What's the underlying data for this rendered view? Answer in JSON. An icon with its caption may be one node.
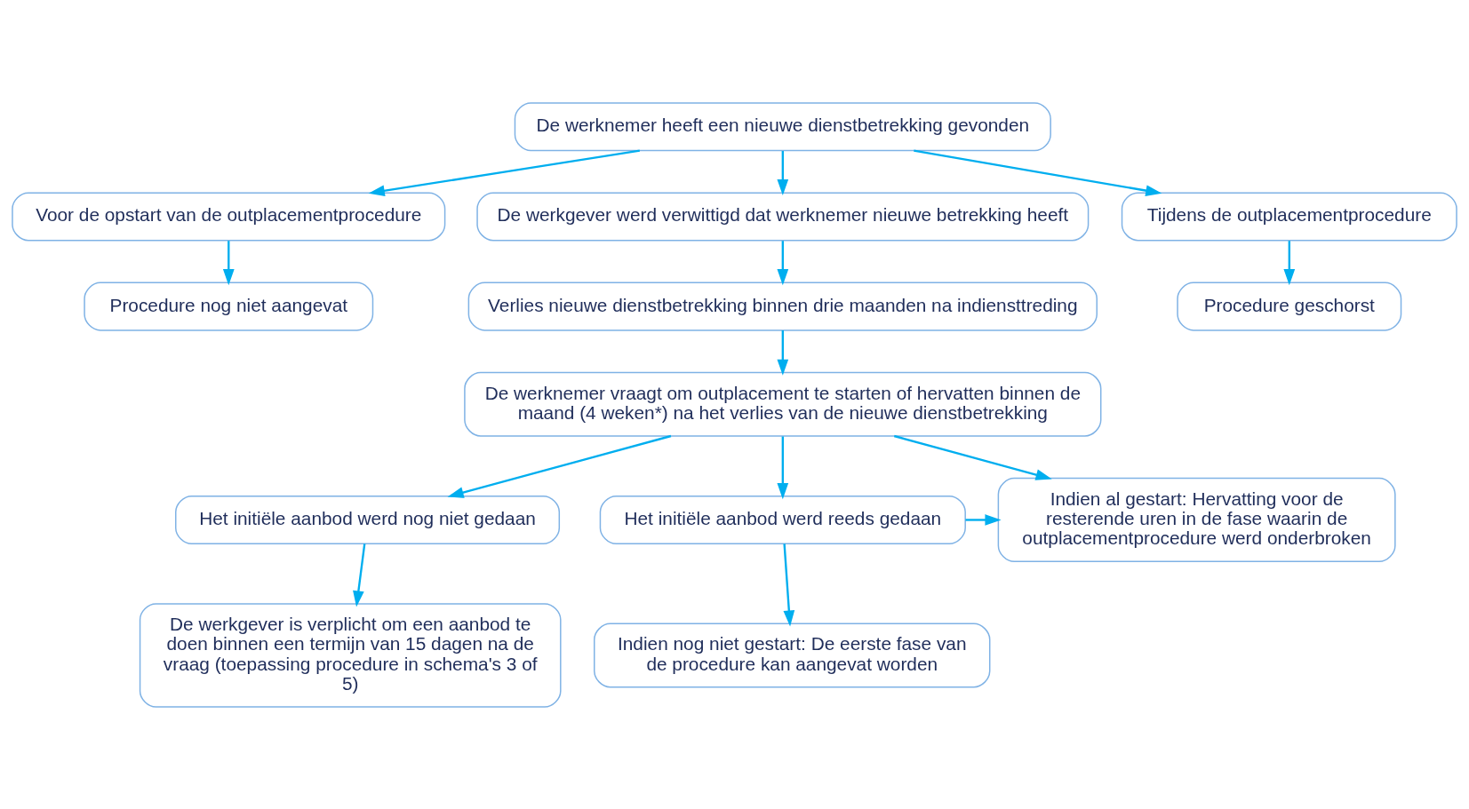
{
  "diagram": {
    "nodes": [
      {
        "text": [
          "De werknemer heeft een nieuwe dienstbetrekking gevonden"
        ]
      },
      {
        "text": [
          "Voor de opstart van de outplacementprocedure"
        ]
      },
      {
        "text": [
          "Tijdens de outplacementprocedure"
        ]
      },
      {
        "text": [
          "De werkgever werd verwittigd dat werknemer nieuwe betrekking heeft"
        ]
      },
      {
        "text": [
          "Procedure nog niet aangevat"
        ]
      },
      {
        "text": [
          "Procedure geschorst"
        ]
      },
      {
        "text": [
          "Verlies nieuwe dienstbetrekking binnen drie maanden na indiensttreding"
        ]
      },
      {
        "text": [
          "De werknemer vraagt om outplacement te starten of hervatten binnen de maand (4 weken*) na het verlies van de nieuwe dienstbetrekking"
        ]
      },
      {
        "text": [
          "Het initiële aanbod werd nog niet gedaan"
        ]
      },
      {
        "text": [
          "Het initiële aanbod werd reeds gedaan"
        ]
      },
      {
        "text": [
          "Indien al gestart: Hervatting voor de resterende uren in de fase waarin de outplacementprocedure werd onderbroken"
        ]
      },
      {
        "text": [
          "De werkgever is verplicht om een aanbod te doen binnen een termijn van 15 dagen na de vraag (toepassing procedure in schema's 3 of 5)"
        ]
      },
      {
        "text": [
          "Indien nog niet gestart: De eerste fase van de procedure kan aangevat worden"
        ]
      }
    ],
    "edges": [
      {
        "from": 0,
        "to": 1,
        "arrow": "to"
      },
      {
        "from": 0,
        "to": 3,
        "arrow": "to"
      },
      {
        "from": 0,
        "to": 2,
        "arrow": "to"
      },
      {
        "from": 1,
        "to": 4,
        "arrow": "to"
      },
      {
        "from": 2,
        "to": 5,
        "arrow": "to"
      },
      {
        "from": 3,
        "to": 6,
        "arrow": "to"
      },
      {
        "from": 6,
        "to": 7,
        "arrow": "to"
      },
      {
        "from": 7,
        "to": 8,
        "arrow": "to"
      },
      {
        "from": 7,
        "to": 9,
        "arrow": "to"
      },
      {
        "from": 7,
        "to": 10,
        "arrow": "to"
      },
      {
        "from": 9,
        "to": 10,
        "arrow": "to"
      },
      {
        "from": 8,
        "to": 11,
        "arrow": "to"
      },
      {
        "from": 9,
        "to": 12,
        "arrow": "to"
      }
    ]
  }
}
